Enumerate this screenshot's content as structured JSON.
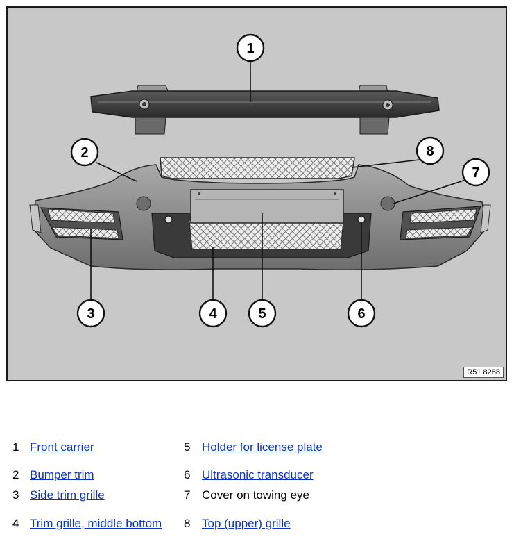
{
  "figure": {
    "image_code": "R51 8288",
    "callouts": [
      "1",
      "2",
      "3",
      "4",
      "5",
      "6",
      "7",
      "8"
    ]
  },
  "legend": [
    {
      "number": "1",
      "label": "Front carrier",
      "link": true
    },
    {
      "number": "2",
      "label": "Bumper trim",
      "link": true
    },
    {
      "number": "3",
      "label": "Side trim grille",
      "link": true
    },
    {
      "number": "4",
      "label": "Trim grille, middle bottom",
      "link": true
    },
    {
      "number": "5",
      "label": "Holder for license plate",
      "link": true
    },
    {
      "number": "6",
      "label": "Ultrasonic transducer",
      "link": true
    },
    {
      "number": "7",
      "label": "Cover on towing eye",
      "link": false
    },
    {
      "number": "8",
      "label": "Top (upper) grille",
      "link": true
    }
  ],
  "colors": {
    "background": "#c8c8c8",
    "link": "#0b33c8",
    "part_dark": "#3c3c3c",
    "bumper": "#8f8f8f"
  }
}
